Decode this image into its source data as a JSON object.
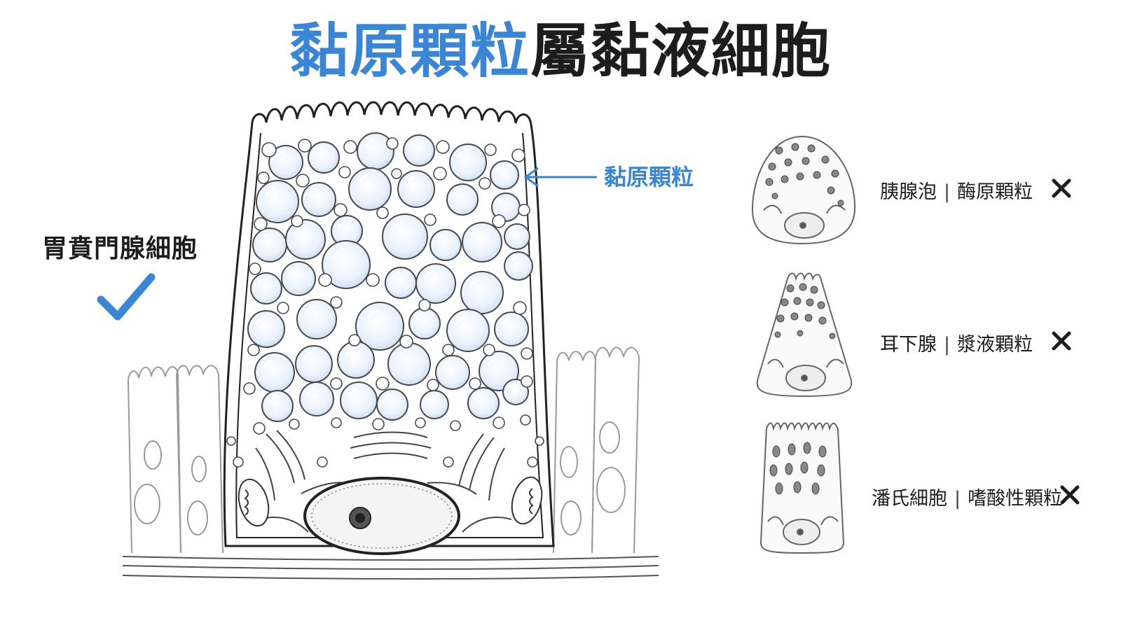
{
  "title": {
    "highlight": "黏原顆粒",
    "rest": "屬黏液細胞"
  },
  "main_cell": {
    "label": "胃賁門腺細胞",
    "verdict_icon": "check-icon",
    "granule_label": "黏原顆粒"
  },
  "comparisons": [
    {
      "name": "胰腺泡",
      "granule": "酶原顆粒",
      "verdict_icon": "x-icon"
    },
    {
      "name": "耳下腺",
      "granule": "漿液顆粒",
      "verdict_icon": "x-icon"
    },
    {
      "name": "潘氏細胞",
      "granule": "嗜酸性顆粒",
      "verdict_icon": "x-icon"
    }
  ],
  "separator": "|",
  "colors": {
    "accent": "#3a86d6",
    "text": "#1d1d1d",
    "granule_fill": "#e8f1fb",
    "line": "#3a3a3a"
  }
}
